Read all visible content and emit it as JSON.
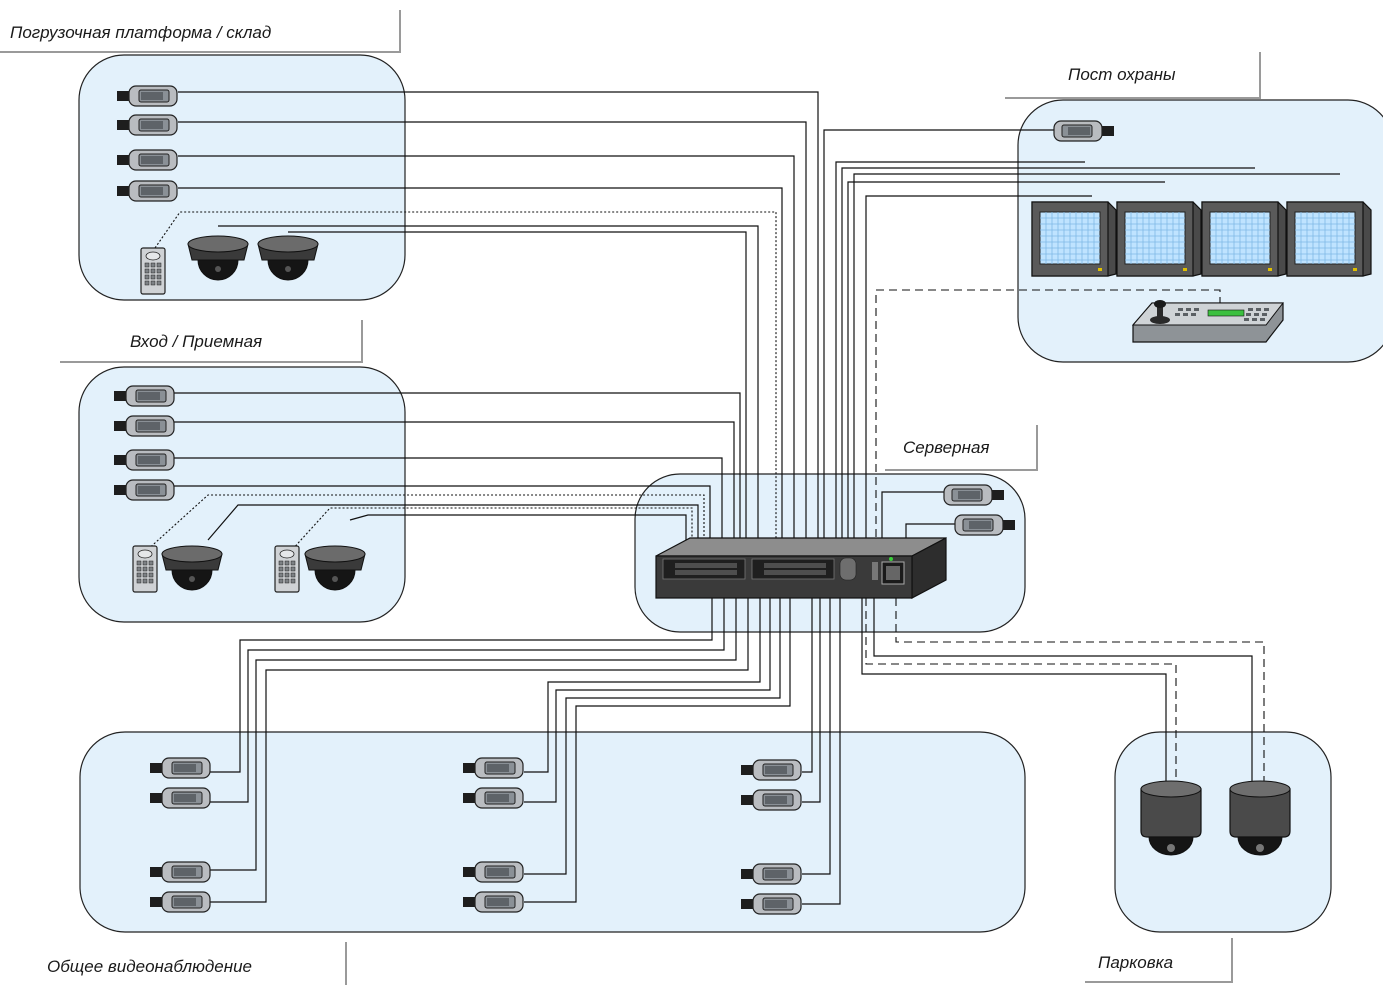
{
  "zones": {
    "loading_dock": {
      "label": "Погрузочная платформа / склад"
    },
    "entrance": {
      "label": "Вход / Приемная"
    },
    "guard_post": {
      "label": "Пост охраны"
    },
    "server_room": {
      "label": "Серверная"
    },
    "general_surveillance": {
      "label": "Общее видеонаблюдение"
    },
    "parking": {
      "label": "Парковка"
    }
  },
  "colors": {
    "zone_fill": "#e3f1fb",
    "zone_stroke": "#222222",
    "wire": "#111111",
    "camera_body": "#b9bcc0",
    "camera_window": "#8a9096",
    "dome": "#3a3a3a",
    "monitor_screen": "#bfe3ff",
    "recorder": "#3a3a3a"
  }
}
